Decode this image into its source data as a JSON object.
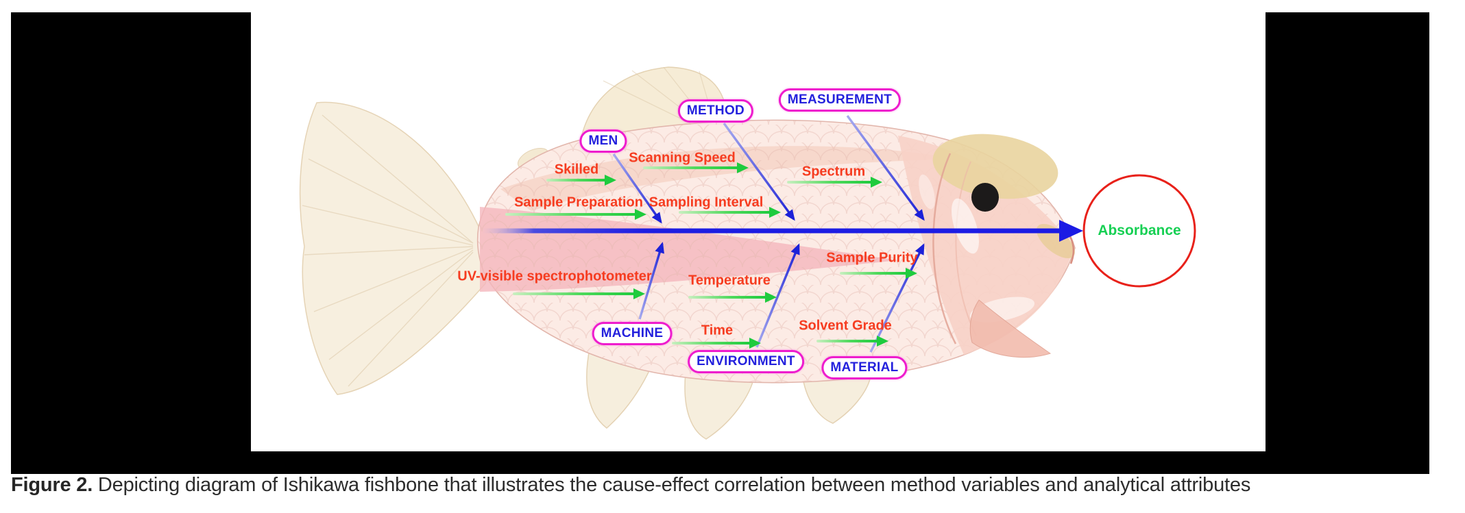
{
  "figure": {
    "caption_label": "Figure 2.",
    "caption_text": " Depicting diagram of Ishikawa fishbone that illustrates the cause-effect correlation between method variables and analytical attributes"
  },
  "diagram": {
    "type": "ishikawa-fishbone",
    "effect": {
      "label": "Absorbance"
    },
    "categories": [
      {
        "label": "MEN"
      },
      {
        "label": "METHOD"
      },
      {
        "label": "MEASUREMENT"
      },
      {
        "label": "MACHINE"
      },
      {
        "label": "ENVIRONMENT"
      },
      {
        "label": "MATERIAL"
      }
    ],
    "causes": [
      {
        "label": "Skilled",
        "category": "MEN"
      },
      {
        "label": "Sample Preparation",
        "category": "MEN"
      },
      {
        "label": "Scanning Speed",
        "category": "METHOD"
      },
      {
        "label": "Sampling Interval",
        "category": "METHOD"
      },
      {
        "label": "Spectrum",
        "category": "MEASUREMENT"
      },
      {
        "label": "UV-visible spectrophotometer",
        "category": "MACHINE"
      },
      {
        "label": "Temperature",
        "category": "ENVIRONMENT"
      },
      {
        "label": "Time",
        "category": "ENVIRONMENT"
      },
      {
        "label": "Sample Purity",
        "category": "MATERIAL"
      },
      {
        "label": "Solvent Grade",
        "category": "MATERIAL"
      }
    ],
    "colors": {
      "category_border": "#ee1ccd",
      "category_text": "#2421dd",
      "cause_text": "#f63c20",
      "cause_arrow_green": "#1fcb3e",
      "bone_blue": "#1c21d8",
      "spine_blue": "#1b1be4",
      "effect_circle_border": "#e8211a",
      "effect_text_green": "#17d054",
      "panel_black": "#000000"
    }
  }
}
